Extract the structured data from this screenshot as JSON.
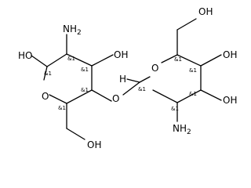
{
  "labels": {
    "ho_left": "HO",
    "nh2_top": "NH",
    "nh2_top_sub": "2",
    "oh_mid": "OH",
    "ring_o_left": "O",
    "bridge_o": "O",
    "oh_bottom_left": "OH",
    "oh_top_right": "OH",
    "oh_right_upper": "OH",
    "ring_o_right": "O",
    "h_right_ring": "H",
    "oh_right_lower": "OH",
    "nh2_bottom": "NH",
    "nh2_bottom_sub": "2"
  },
  "stereo": {
    "c1": "&1",
    "c2": "&1",
    "c3": "&1",
    "c4": "&1",
    "c5": "&1",
    "c6": "&1",
    "c7": "&1",
    "c8": "&1",
    "c9": "&1",
    "c10": "&1"
  }
}
